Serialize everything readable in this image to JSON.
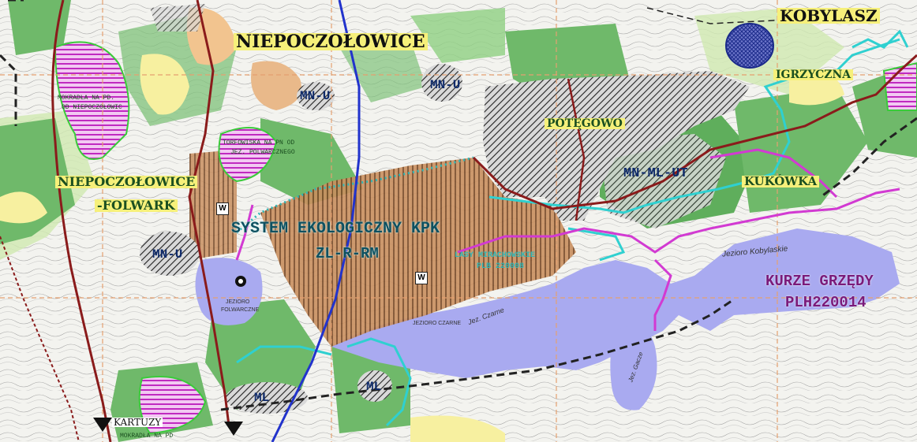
{
  "map": {
    "place_names": {
      "niepoczolowice": "NIEPOCZOŁOWICE",
      "kobylasz": "KOBYLASZ",
      "niepoczolowice_folwark_1": "NIEPOCZOŁOWICE",
      "niepoczolowice_folwark_2": "-FOLWARK",
      "potegowo": "POTĘGOWO",
      "igrzyczna": "IGRZYCZNA",
      "kukowka": "KUKÓWKA",
      "kartuzy": "KARTUZY"
    },
    "zone_labels": {
      "mn_u_north": "MN-U",
      "mn_u_mid": "MN-U",
      "mn_u_west": "MN-U",
      "mn_ml_ut": "MN-ML-UT",
      "ml_south": "ML",
      "ml_center": "ML"
    },
    "eco_labels": {
      "system": "SYSTEM EKOLOGICZNY KPK",
      "zl_r_rm": "ZL-R-RM",
      "lasy_1": "LASY MIRACHOWSKIE",
      "lasy_2": "PLB 220008",
      "kurze_1": "KURZE GRZĘDY",
      "kurze_2": "PLH220014"
    },
    "small_labels": {
      "mokradla_1": "MOKRADŁA NA PD.",
      "mokradla_2": "OD NIEPOCZOŁOWIC",
      "torfowiska_1": "TORFOWISKA NA PN OD",
      "torfowiska_2": "JEZ. POLWARCZNEGO",
      "mokradla_bottom": "MOKRADŁA NA PD"
    },
    "lake_labels": {
      "jez_folwarczne_1": "JEZIORO",
      "jez_folwarczne_2": "FOLWARCZNE",
      "jez_czarne": "JEZIORO CZARNE",
      "czarne_cursive": "Jez. Czarne",
      "jez_kobylaskie": "Jezioro Kobylaskie",
      "jez_garcz": "Jez. Gacze"
    },
    "markers": {
      "w1": "W",
      "w2": "W"
    },
    "colors": {
      "lake": "#a9aaf0",
      "forest": "#6fb96a",
      "meadow": "#cfe8b0",
      "orange": "#e9b98a",
      "yellow": "#f7f0a0",
      "hatch_brown": "#b5774a",
      "hatch_black": "#2b2b2b",
      "magenta": "#d23ad2",
      "cyan": "#2fd0d0",
      "road": "#8a1b1b",
      "blue_road": "#2233cc",
      "label_yellow": "#f6f07a"
    }
  }
}
